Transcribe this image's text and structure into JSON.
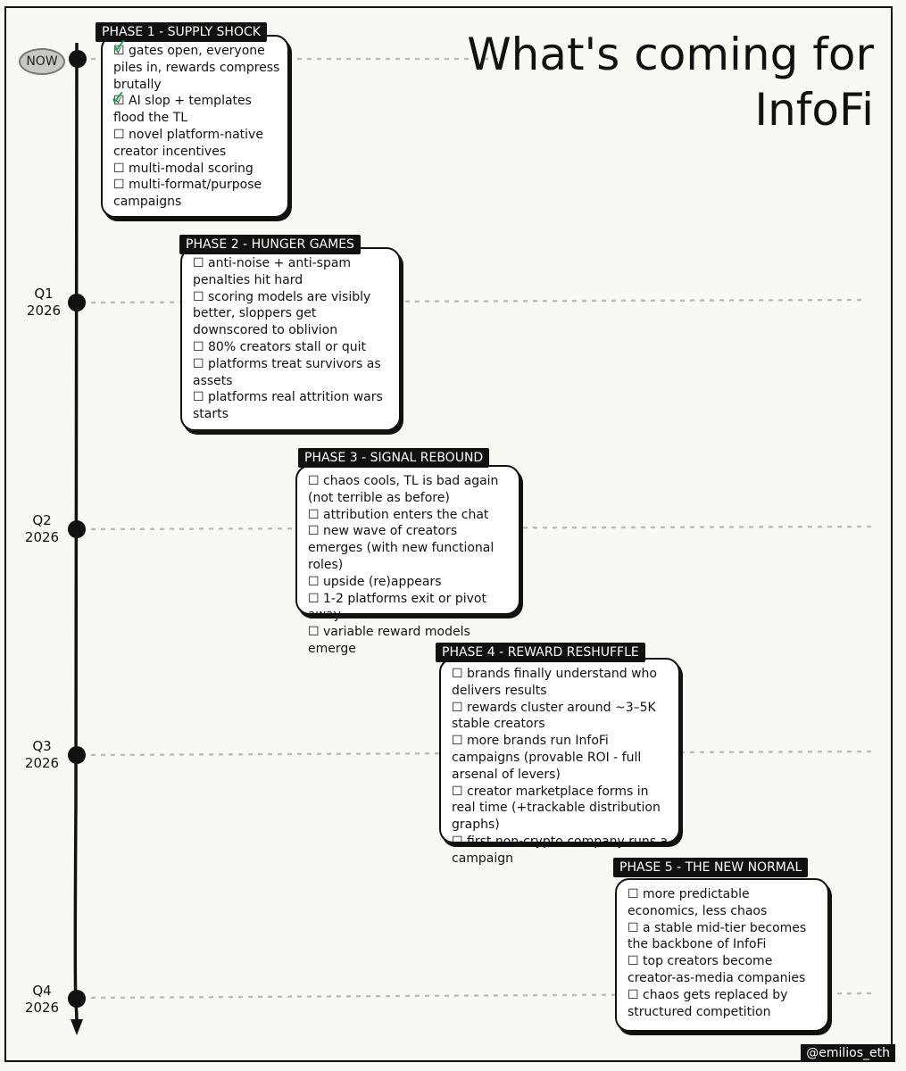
{
  "title": "What's coming for InfoFi",
  "handle": "@emilios_eth",
  "timeline": {
    "now_label": "NOW",
    "periods": [
      "Q1\n2026",
      "Q2\n2026",
      "Q3\n2026",
      "Q4\n2026"
    ]
  },
  "phases": [
    {
      "label": "PHASE 1 - SUPPLY SHOCK",
      "items": [
        {
          "text": "gates open, everyone piles in,  rewards compress brutally",
          "checked": true
        },
        {
          "text": "AI slop + templates flood the TL",
          "checked": true
        },
        {
          "text": "novel platform-native creator incentives",
          "checked": false
        },
        {
          "text": "multi-modal scoring",
          "checked": false
        },
        {
          "text": "multi-format/purpose campaigns",
          "checked": false
        }
      ]
    },
    {
      "label": "PHASE 2 - HUNGER GAMES",
      "items": [
        {
          "text": "anti-noise + anti-spam penalties hit hard",
          "checked": false
        },
        {
          "text": "scoring models are visibly better, sloppers get downscored to oblivion",
          "checked": false
        },
        {
          "text": "80% creators stall or quit",
          "checked": false
        },
        {
          "text": "platforms treat survivors as assets",
          "checked": false
        },
        {
          "text": "platforms real attrition wars starts",
          "checked": false
        }
      ]
    },
    {
      "label": "PHASE 3 - SIGNAL REBOUND",
      "items": [
        {
          "text": "chaos cools, TL is bad again (not terrible as before)",
          "checked": false
        },
        {
          "text": "attribution enters the chat",
          "checked": false
        },
        {
          "text": "new wave of creators emerges (with new functional roles)",
          "checked": false
        },
        {
          "text": "upside (re)appears",
          "checked": false
        },
        {
          "text": "1-2 platforms exit or pivot away",
          "checked": false
        },
        {
          "text": "variable reward models emerge",
          "checked": false
        }
      ]
    },
    {
      "label": "PHASE 4 - REWARD RESHUFFLE",
      "items": [
        {
          "text": "brands finally understand who delivers results",
          "checked": false
        },
        {
          "text": "rewards cluster around ~3–5K stable creators",
          "checked": false
        },
        {
          "text": "more brands run InfoFi campaigns (provable ROI - full arsenal of levers)",
          "checked": false
        },
        {
          "text": "creator marketplace forms in real time (+trackable distribution graphs)",
          "checked": false
        },
        {
          "text": "first non-crypto company runs a campaign",
          "checked": false
        }
      ]
    },
    {
      "label": "PHASE 5 - THE NEW NORMAL",
      "items": [
        {
          "text": "more predictable economics, less chaos",
          "checked": false
        },
        {
          "text": "a stable mid-tier becomes the backbone of InfoFi",
          "checked": false
        },
        {
          "text": "top creators become creator-as-media companies",
          "checked": false
        },
        {
          "text": "chaos gets replaced by structured competition",
          "checked": false
        }
      ]
    }
  ],
  "symbols": {
    "checkbox": "☐",
    "checked_box": "☑",
    "checkmark": "✓"
  }
}
